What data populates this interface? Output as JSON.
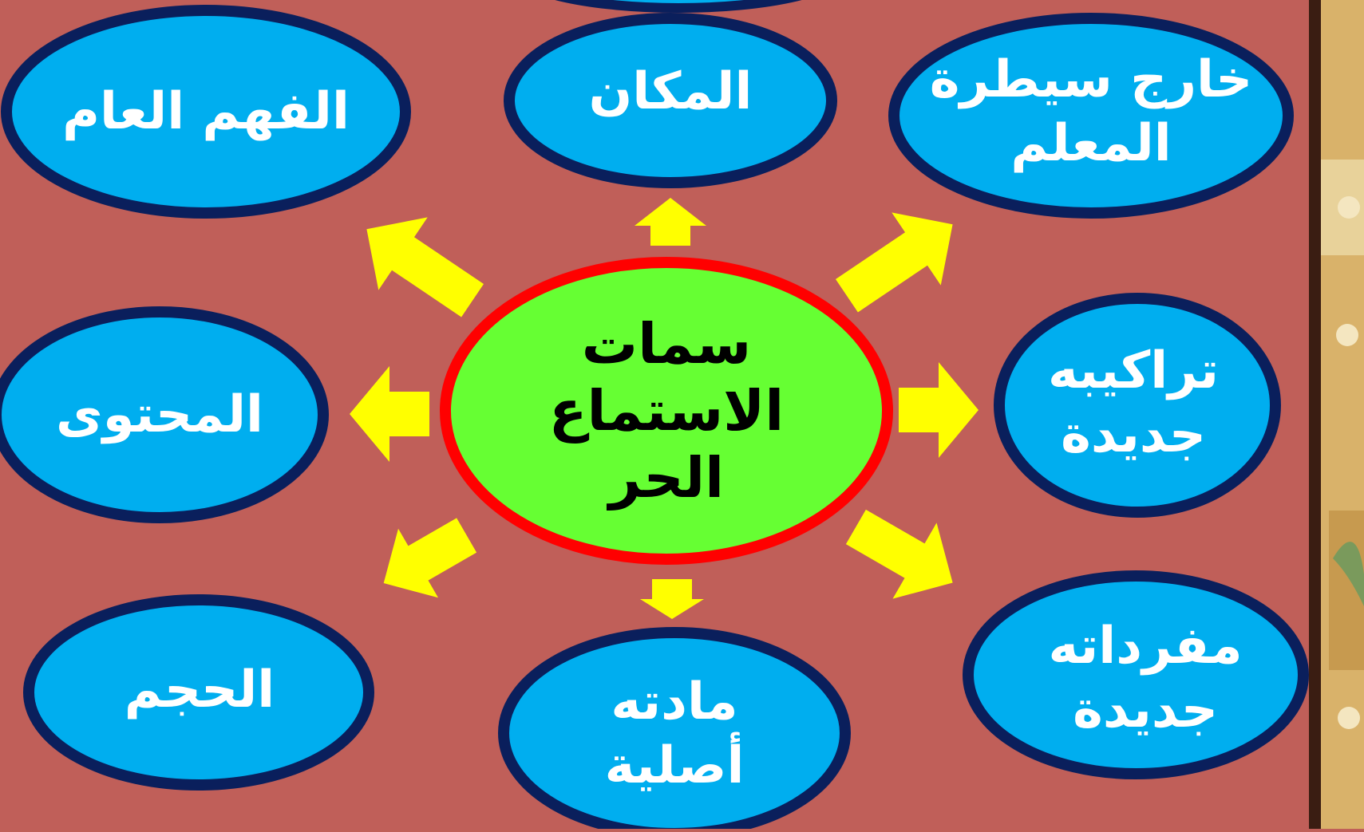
{
  "center": {
    "lines": [
      "سمات",
      "الاستماع",
      "الحر"
    ]
  },
  "nodes": [
    {
      "id": "general-understanding",
      "lines": [
        "الفهم العام"
      ]
    },
    {
      "id": "place",
      "lines": [
        "المكان"
      ]
    },
    {
      "id": "outside-teacher-control",
      "lines": [
        "خارج سيطرة",
        "المعلم"
      ]
    },
    {
      "id": "content",
      "lines": [
        "المحتوى"
      ]
    },
    {
      "id": "new-structures",
      "lines": [
        "تراكيبه",
        "جديدة"
      ]
    },
    {
      "id": "size",
      "lines": [
        "الحجم"
      ]
    },
    {
      "id": "original-material",
      "lines": [
        "مادته",
        "أصلية"
      ]
    },
    {
      "id": "new-vocabulary",
      "lines": [
        "مفرداته",
        "جديدة"
      ]
    }
  ],
  "colors": {
    "background": "#c05f59",
    "node_fill": "#00aeef",
    "node_border": "#0a1f5c",
    "center_fill": "#66ff33",
    "center_border": "#ff0000",
    "arrow_fill": "#ffff00",
    "sidebar": "#d9b26a"
  }
}
